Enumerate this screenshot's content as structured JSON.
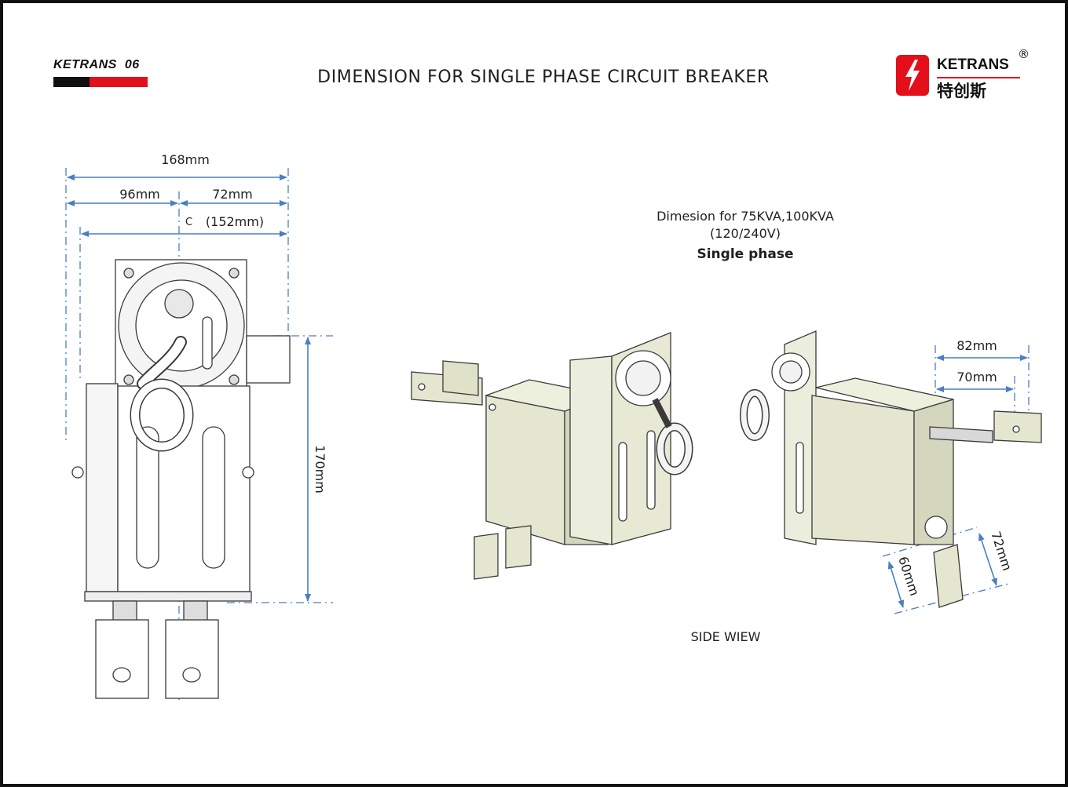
{
  "header": {
    "brand_text": "KETRANS",
    "page_number": "06",
    "title": "DIMENSION FOR SINGLE PHASE CIRCUIT BREAKER",
    "logo": {
      "name": "KETRANS",
      "registered_mark": "®",
      "chinese_name": "特创斯",
      "icon": "lightning-bolt-icon",
      "brand_color": "#e30f1b"
    },
    "bar_colors": [
      "#111111",
      "#e30f1b"
    ]
  },
  "front_view": {
    "dims": {
      "total_width": "168mm",
      "left_width": "96mm",
      "right_width": "72mm",
      "inner_width": "(152mm)",
      "height": "170mm"
    },
    "center_mark": "C"
  },
  "captions": {
    "line1": "Dimesion for 75KVA,100KVA",
    "line2": "(120/240V)",
    "line3": "Single phase",
    "side_view": "SIDE WIEW"
  },
  "side_view": {
    "dims": {
      "outer_length": "82mm",
      "inner_length": "70mm",
      "terminal_a": "60mm",
      "terminal_b": "72mm"
    }
  },
  "colors": {
    "dimension_line": "#4a7fc0",
    "part_fill": "#e4e6d0",
    "part_stroke": "#3a3a3a"
  }
}
